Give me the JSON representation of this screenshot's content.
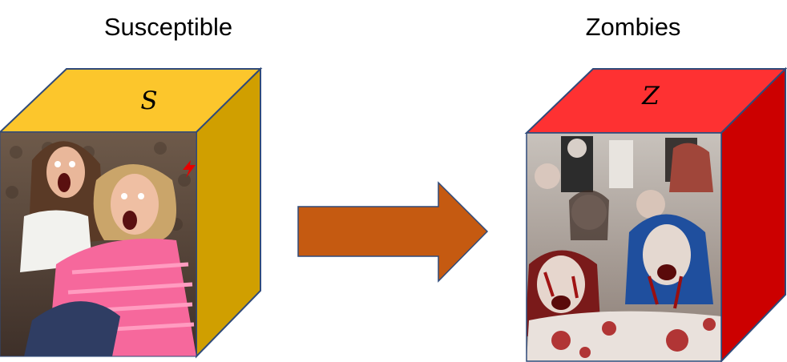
{
  "labels": {
    "left": "Susceptible",
    "right": "Zombies"
  },
  "boxes": {
    "left_symbol": "S",
    "right_symbol": "Z"
  },
  "colors": {
    "susceptible_top": "#fcc62c",
    "susceptible_side": "#d09f00",
    "zombie_top": "#fe3132",
    "zombie_side": "#cc0000",
    "arrow": "#c55a11",
    "outline": "#2f4a7a"
  },
  "images": {
    "left_photo": "two frightened women screaming",
    "right_photo": "crowd of zombie-costumed people"
  }
}
